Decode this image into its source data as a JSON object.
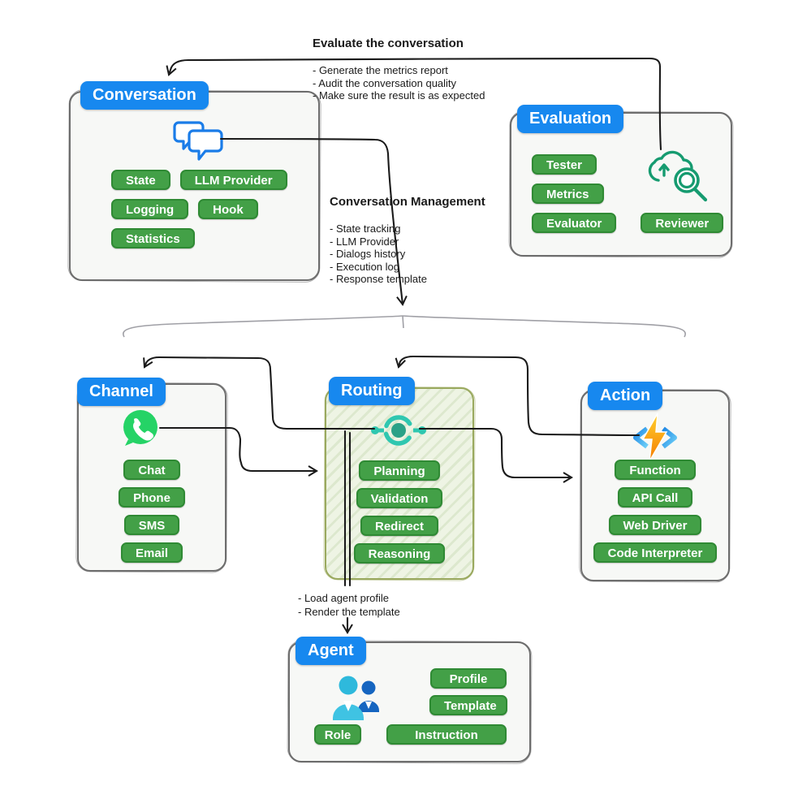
{
  "annotations": {
    "evaluate": {
      "title": "Evaluate the conversation",
      "items": [
        "- Generate the metrics report",
        "- Audit the conversation quality",
        "- Make sure the result is as expected"
      ]
    },
    "management": {
      "title": "Conversation Management",
      "items": [
        "- State tracking",
        "- LLM Provider",
        "- Dialogs history",
        "- Execution log",
        "- Response template"
      ]
    },
    "agent_load": {
      "items": [
        "- Load agent profile",
        "- Render the template"
      ]
    }
  },
  "boxes": {
    "conversation": {
      "label": "Conversation",
      "icon": "chat-bubbles-icon",
      "pill_rows": [
        [
          "State",
          "LLM Provider"
        ],
        [
          "Logging",
          "Hook"
        ],
        [
          "Statistics"
        ]
      ]
    },
    "evaluation": {
      "label": "Evaluation",
      "icon": "cloud-search-icon",
      "pill_rows": [
        [
          "Tester"
        ],
        [
          "Metrics"
        ],
        [
          "Evaluator",
          "Reviewer"
        ]
      ]
    },
    "channel": {
      "label": "Channel",
      "icon": "whatsapp-icon",
      "pill_rows": [
        [
          "Chat"
        ],
        [
          "Phone"
        ],
        [
          "SMS"
        ],
        [
          "Email"
        ]
      ]
    },
    "routing": {
      "label": "Routing",
      "icon": "load-balancer-icon",
      "pill_rows": [
        [
          "Planning"
        ],
        [
          "Validation"
        ],
        [
          "Redirect"
        ],
        [
          "Reasoning"
        ]
      ]
    },
    "action": {
      "label": "Action",
      "icon": "function-bolt-icon",
      "pill_rows": [
        [
          "Function"
        ],
        [
          "API Call"
        ],
        [
          "Web Driver"
        ],
        [
          "Code Interpreter"
        ]
      ]
    },
    "agent": {
      "label": "Agent",
      "icon": "people-icon",
      "pills": [
        "Profile",
        "Template",
        "Role",
        "Instruction"
      ]
    }
  },
  "colors": {
    "header_blue": "#1788ef",
    "pill_green": "#43a047",
    "pill_border": "#2f8a34",
    "routing_teal": "#2fc7b0",
    "routing_teal_dark": "#2aa187",
    "whatsapp_green": "#25d366",
    "bolt_yellow": "#ffd02e",
    "bolt_orange": "#f57c00",
    "bracket_blue": "#3b9de8",
    "people_light": "#35bfe0",
    "people_dark": "#1565c0",
    "chat_blue": "#1a7ce8",
    "evaluation_green": "#169b70",
    "arrow_black": "#1a1a1a",
    "brace_gray": "#a0a0a0"
  }
}
